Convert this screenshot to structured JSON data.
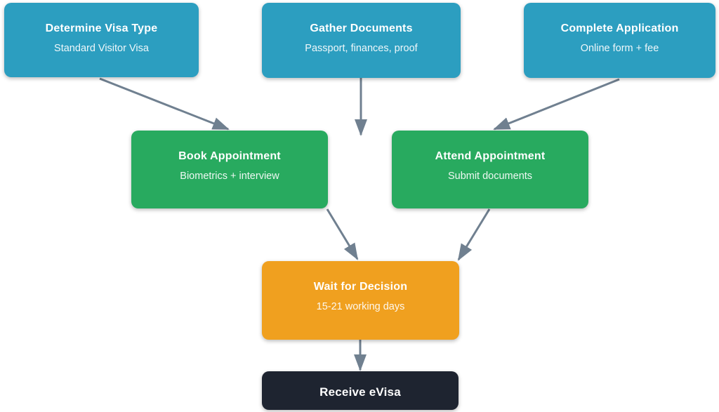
{
  "diagram": {
    "type": "flowchart",
    "subject": "UK visa application process",
    "background": "#ffffff"
  },
  "colors": {
    "stage_blue": "#2C9EC0",
    "stage_green": "#28AA5F",
    "stage_orange": "#F0A01F",
    "stage_dark": "#1E2430",
    "arrow": "#708090",
    "text": "#ffffff"
  },
  "nodes": [
    {
      "id": "determine-visa-type",
      "title": "Determine Visa Type",
      "subtitle": "Standard Visitor Visa",
      "color": "#2C9EC0"
    },
    {
      "id": "gather-documents",
      "title": "Gather Documents",
      "subtitle": "Passport, finances, proof",
      "color": "#2C9EC0"
    },
    {
      "id": "complete-application",
      "title": "Complete Application",
      "subtitle": "Online form + fee",
      "color": "#2C9EC0"
    },
    {
      "id": "book-appointment",
      "title": "Book Appointment",
      "subtitle": "Biometrics + interview",
      "color": "#28AA5F"
    },
    {
      "id": "attend-appointment",
      "title": "Attend Appointment",
      "subtitle": "Submit documents",
      "color": "#28AA5F"
    },
    {
      "id": "wait-for-decision",
      "title": "Wait for Decision",
      "subtitle": "15-21 working days",
      "color": "#F0A01F"
    },
    {
      "id": "receive-evisa",
      "title": "Receive eVisa",
      "subtitle": "",
      "color": "#1E2430"
    }
  ],
  "edges": [
    {
      "name": "determine-to-book"
    },
    {
      "name": "gather-down"
    },
    {
      "name": "complete-to-attend"
    },
    {
      "name": "book-to-wait"
    },
    {
      "name": "attend-to-wait"
    },
    {
      "name": "wait-to-receive"
    }
  ]
}
